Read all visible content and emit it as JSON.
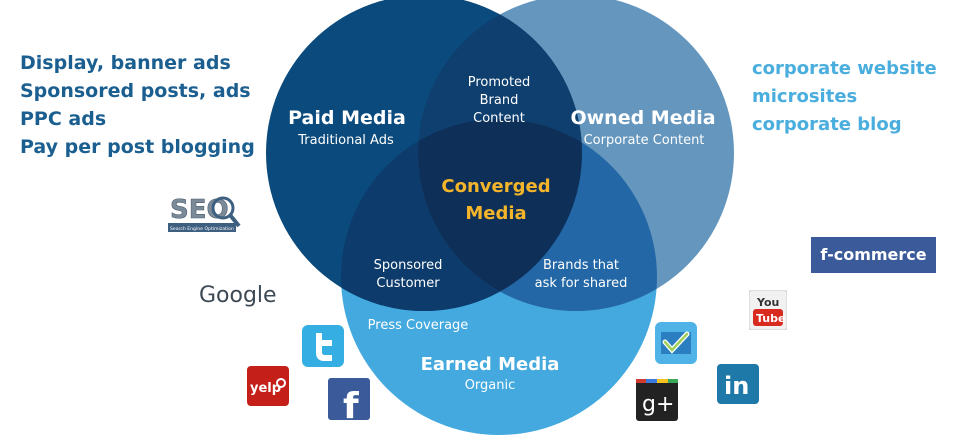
{
  "left_list": [
    "Display, banner ads",
    "Sponsored posts, ads",
    "PPC ads",
    "Pay per post blogging"
  ],
  "right_list": [
    "corporate website",
    "microsites",
    "corporate blog"
  ],
  "diagram": {
    "paid": {
      "title": "Paid Media",
      "subtitle": "Traditional Ads"
    },
    "owned": {
      "title": "Owned Media",
      "subtitle": "Corporate Content"
    },
    "earned": {
      "title": "Earned Media",
      "subtitle": "Organic"
    },
    "paid_owned": [
      "Promoted",
      "Brand",
      "Content"
    ],
    "paid_earned": [
      "Sponsored",
      "Customer"
    ],
    "owned_earned": [
      "Brands that",
      "ask for shared"
    ],
    "center": [
      "Converged",
      "Media"
    ],
    "press": "Press Coverage"
  },
  "logos": {
    "seo": "SEO",
    "seo_sub": "Search Engine Optimization",
    "google": "Google",
    "fcommerce": "f-commerce",
    "youtube_top": "You",
    "youtube_bottom": "Tube",
    "yelp": "yelp",
    "gplus": "g+",
    "linkedin": "in",
    "facebook": "f"
  },
  "colors": {
    "paid": "#0a4a7c",
    "owned": "#5f93bd",
    "earned": "#43a9de",
    "center": "#0d2f58",
    "center_text": "#f5b52a",
    "left_text": "#1b5e90",
    "right_text": "#49aede"
  }
}
